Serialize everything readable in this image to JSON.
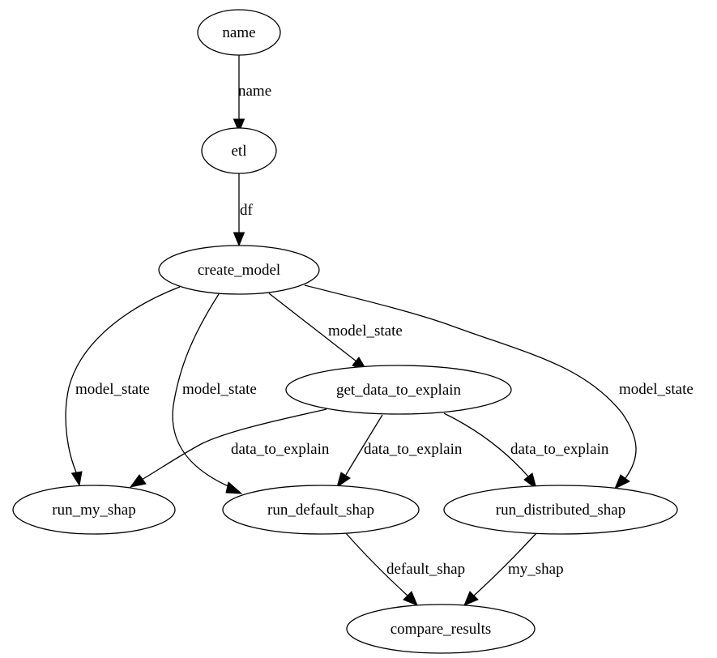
{
  "graph": {
    "nodes": {
      "name": "name",
      "etl": "etl",
      "create_model": "create_model",
      "get_data_to_explain": "get_data_to_explain",
      "run_my_shap": "run_my_shap",
      "run_default_shap": "run_default_shap",
      "run_distributed_shap": "run_distributed_shap",
      "compare_results": "compare_results"
    },
    "edges": {
      "name_to_etl": "name",
      "etl_to_create_model": "df",
      "create_model_to_get_data": "model_state",
      "create_model_to_run_my_shap": "model_state",
      "create_model_to_run_default_shap": "model_state",
      "create_model_to_run_distributed_shap": "model_state",
      "get_data_to_run_my_shap": "data_to_explain",
      "get_data_to_run_default_shap": "data_to_explain",
      "get_data_to_run_distributed_shap": "data_to_explain",
      "run_default_shap_to_compare": "default_shap",
      "run_distributed_shap_to_compare": "my_shap"
    }
  }
}
